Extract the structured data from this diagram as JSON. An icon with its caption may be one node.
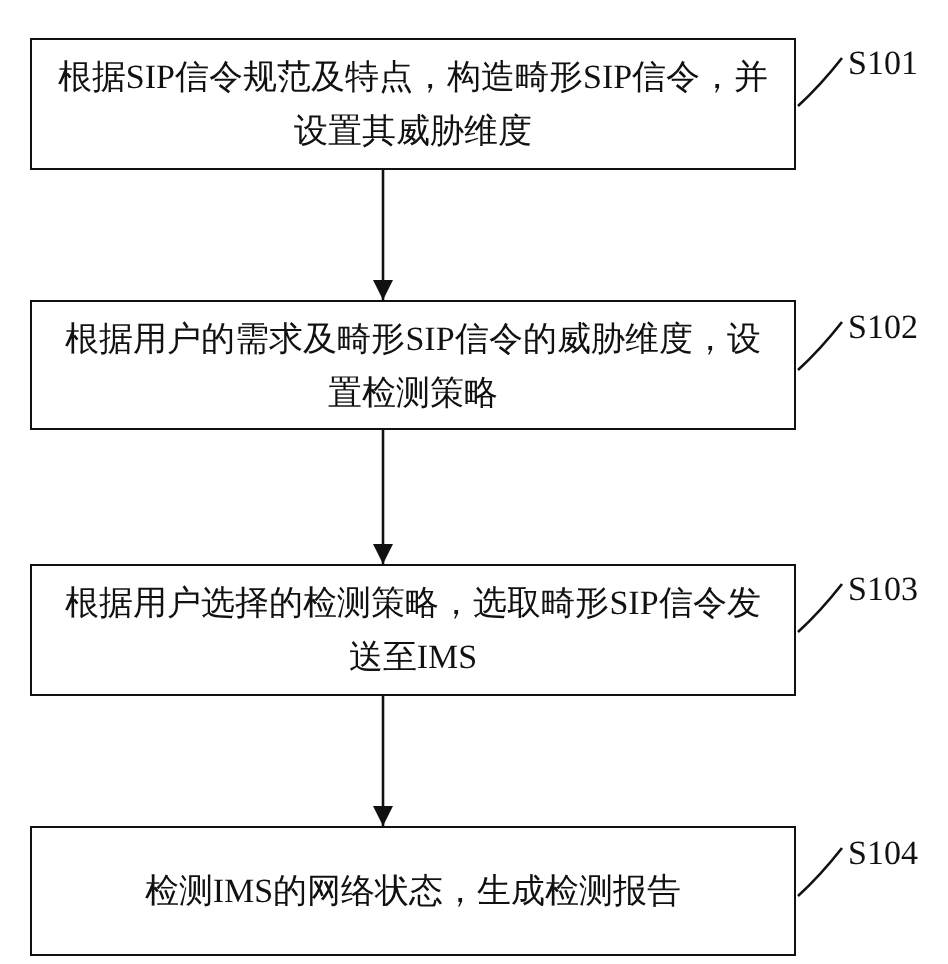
{
  "diagram": {
    "nodes": [
      {
        "text": [
          "根据SIP信令规范及特点，构造畸形SIP信令，并设置其威胁维度"
        ]
      },
      {
        "text": [
          "S101"
        ]
      },
      {
        "text": [
          "根据用户的需求及畸形SIP信令的威胁维度，设置检测策略"
        ]
      },
      {
        "text": [
          "S102"
        ]
      },
      {
        "text": [
          "根据用户选择的检测策略，选取畸形SIP信令发送至IMS"
        ]
      },
      {
        "text": [
          "S103"
        ]
      },
      {
        "text": [
          "检测IMS的网络状态，生成检测报告"
        ]
      },
      {
        "text": [
          "S104"
        ]
      }
    ],
    "edges": [
      {
        "from": 0,
        "to": 2,
        "arrow": "to"
      },
      {
        "from": 2,
        "to": 4,
        "arrow": "to"
      },
      {
        "from": 4,
        "to": 6,
        "arrow": "to"
      },
      {
        "from": 1,
        "to": 0,
        "arrow": "none"
      },
      {
        "from": 3,
        "to": 2,
        "arrow": "none"
      },
      {
        "from": 5,
        "to": 4,
        "arrow": "none"
      },
      {
        "from": 7,
        "to": 6,
        "arrow": "none"
      }
    ]
  }
}
